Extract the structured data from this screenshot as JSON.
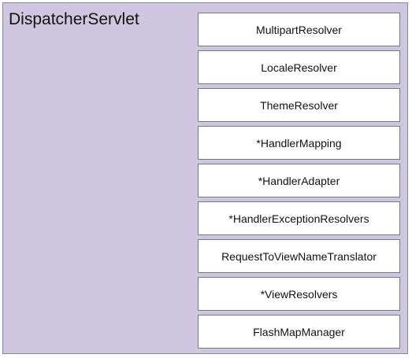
{
  "container": {
    "title": "DispatcherServlet"
  },
  "components": [
    {
      "label": "MultipartResolver"
    },
    {
      "label": "LocaleResolver"
    },
    {
      "label": "ThemeResolver"
    },
    {
      "label": "*HandlerMapping"
    },
    {
      "label": "*HandlerAdapter"
    },
    {
      "label": "*HandlerExceptionResolvers"
    },
    {
      "label": "RequestToViewNameTranslator"
    },
    {
      "label": "*ViewResolvers"
    },
    {
      "label": "FlashMapManager"
    }
  ],
  "colors": {
    "container_fill": "#cfc6e0",
    "box_fill": "#ffffff"
  }
}
